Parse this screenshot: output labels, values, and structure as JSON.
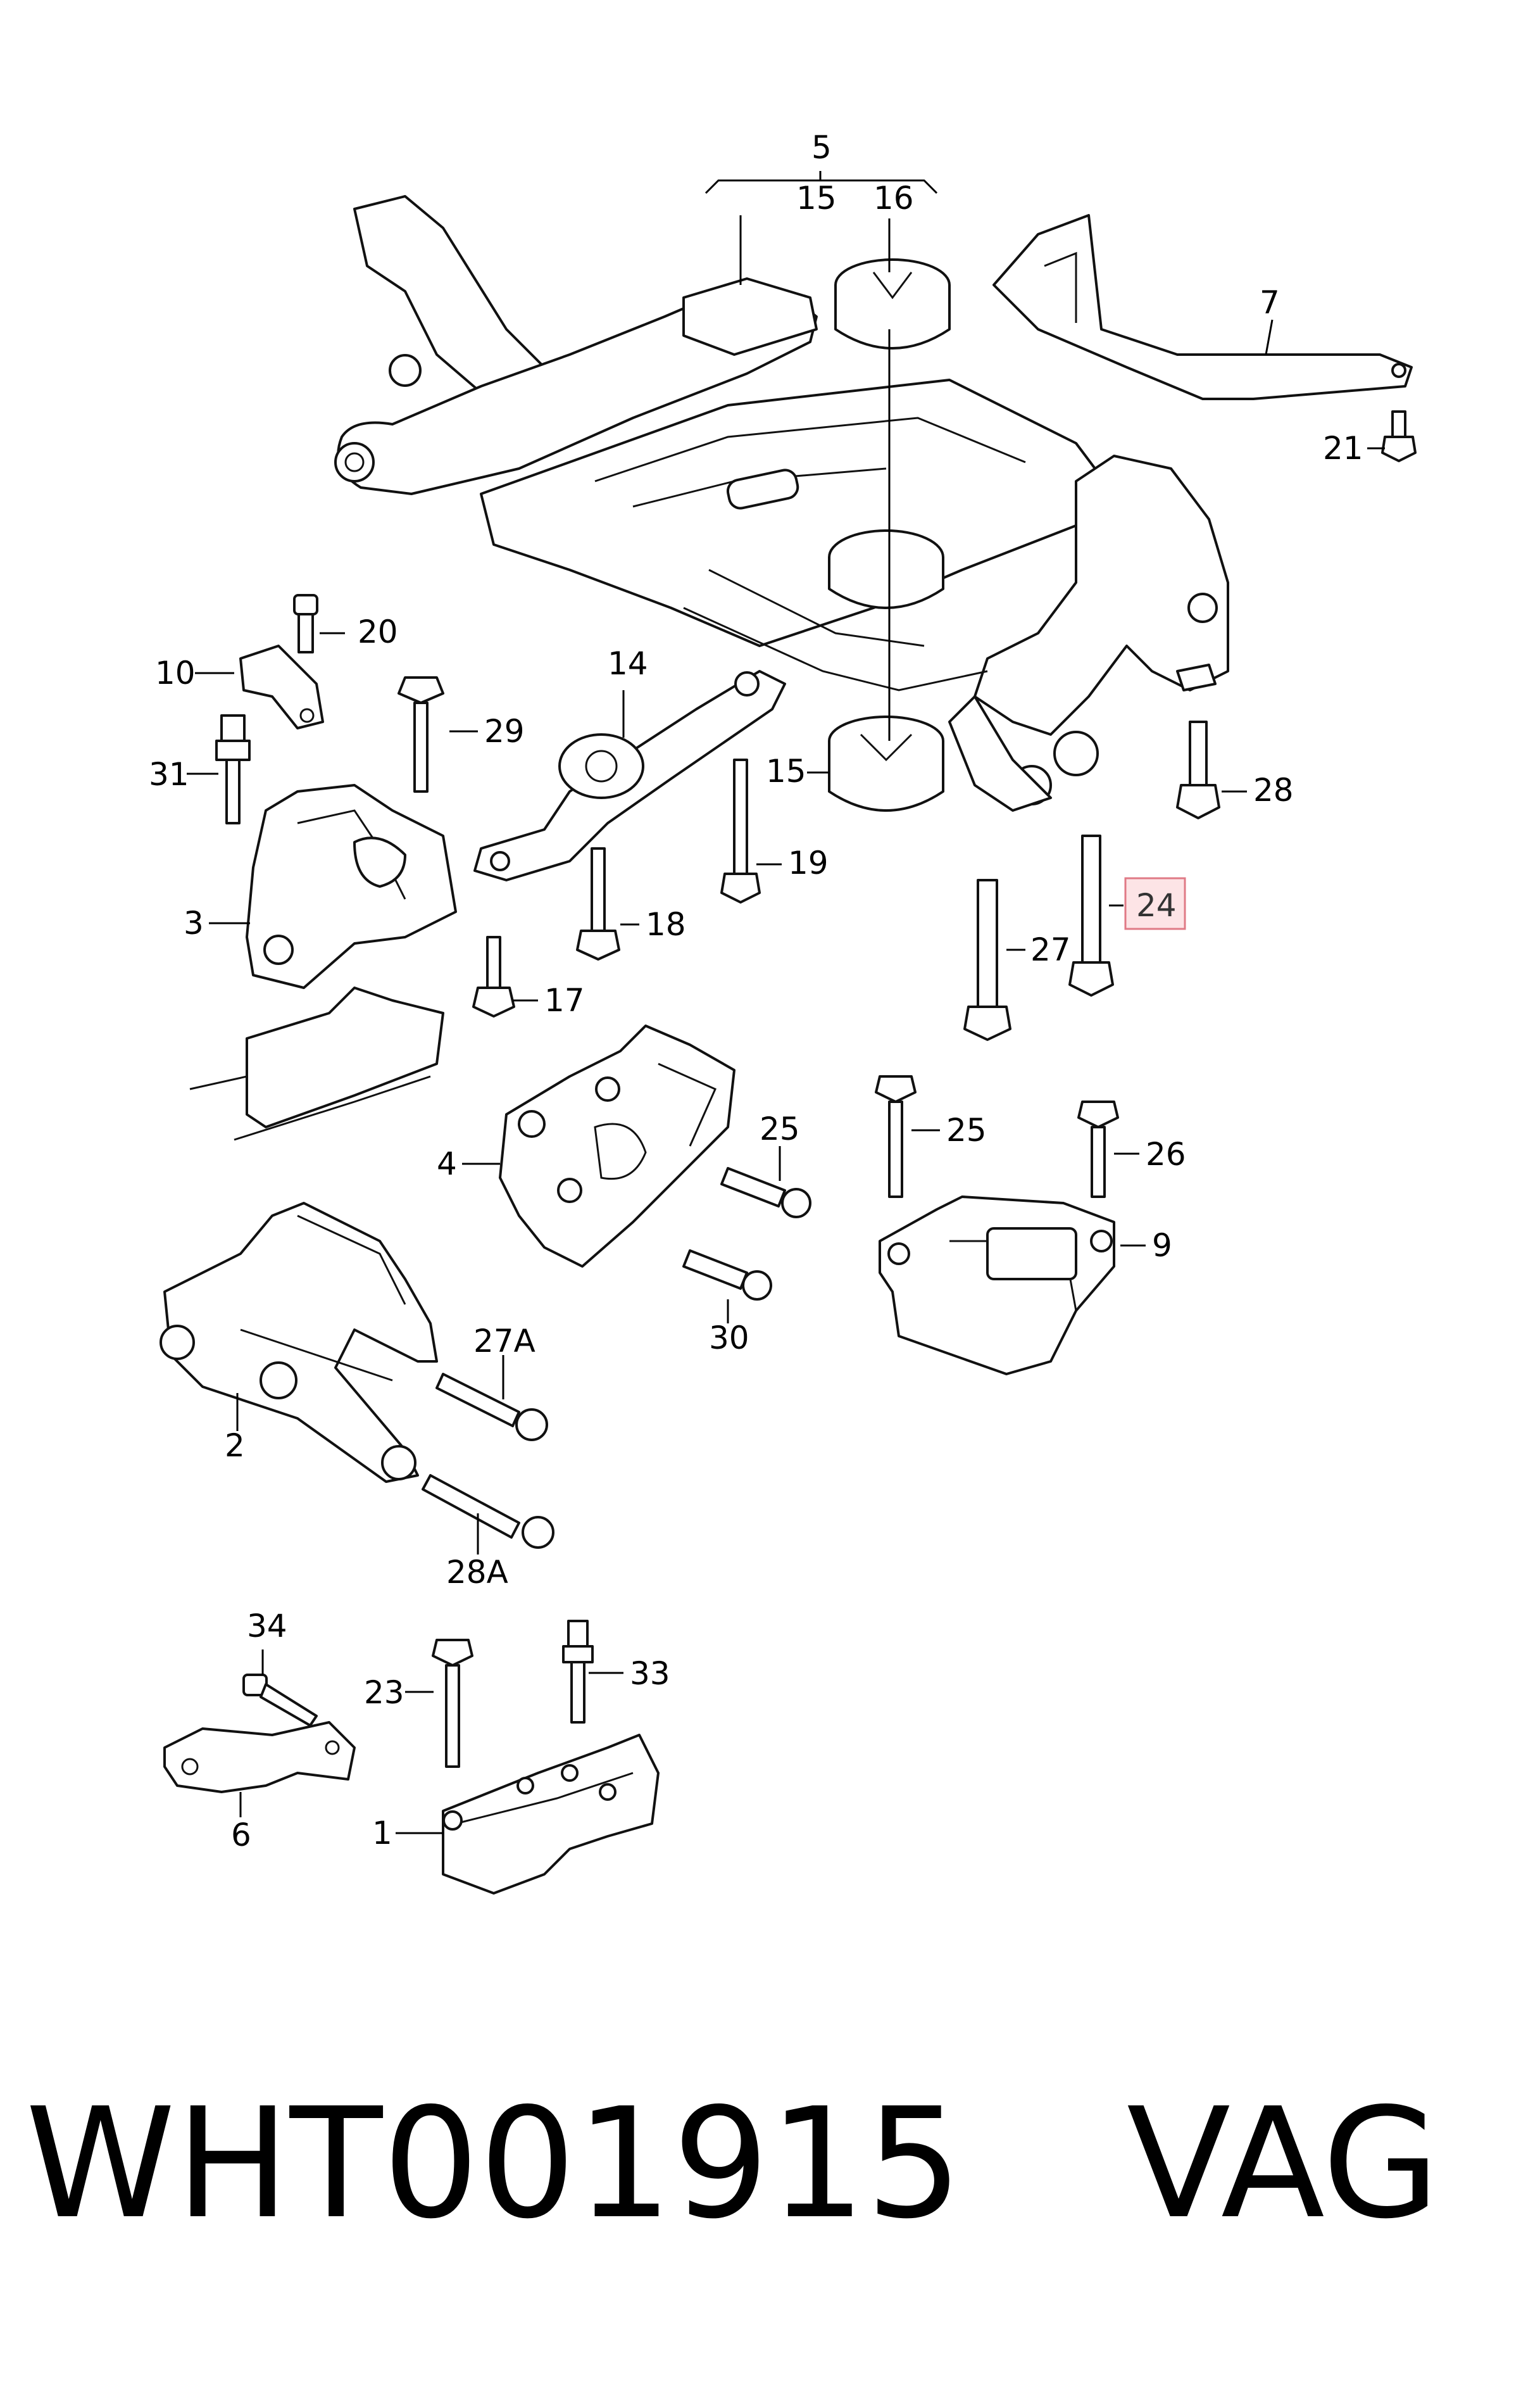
{
  "diagram": {
    "labels": [
      {
        "id": "5",
        "text": "5"
      },
      {
        "id": "15a",
        "text": "15"
      },
      {
        "id": "16",
        "text": "16"
      },
      {
        "id": "7",
        "text": "7"
      },
      {
        "id": "21",
        "text": "21"
      },
      {
        "id": "20",
        "text": "20"
      },
      {
        "id": "10",
        "text": "10"
      },
      {
        "id": "29",
        "text": "29"
      },
      {
        "id": "31",
        "text": "31"
      },
      {
        "id": "14",
        "text": "14"
      },
      {
        "id": "15b",
        "text": "15"
      },
      {
        "id": "28",
        "text": "28"
      },
      {
        "id": "19",
        "text": "19"
      },
      {
        "id": "3",
        "text": "3"
      },
      {
        "id": "18",
        "text": "18"
      },
      {
        "id": "24",
        "text": "24"
      },
      {
        "id": "27",
        "text": "27"
      },
      {
        "id": "17",
        "text": "17"
      },
      {
        "id": "25a",
        "text": "25"
      },
      {
        "id": "25b",
        "text": "25"
      },
      {
        "id": "26",
        "text": "26"
      },
      {
        "id": "4",
        "text": "4"
      },
      {
        "id": "9",
        "text": "9"
      },
      {
        "id": "30",
        "text": "30"
      },
      {
        "id": "27A",
        "text": "27A"
      },
      {
        "id": "2",
        "text": "2"
      },
      {
        "id": "28A",
        "text": "28A"
      },
      {
        "id": "34",
        "text": "34"
      },
      {
        "id": "33",
        "text": "33"
      },
      {
        "id": "23",
        "text": "23"
      },
      {
        "id": "6",
        "text": "6"
      },
      {
        "id": "1",
        "text": "1"
      }
    ],
    "highlighted_label": "24",
    "part_number": "WHT001915",
    "brand": "VAG"
  }
}
